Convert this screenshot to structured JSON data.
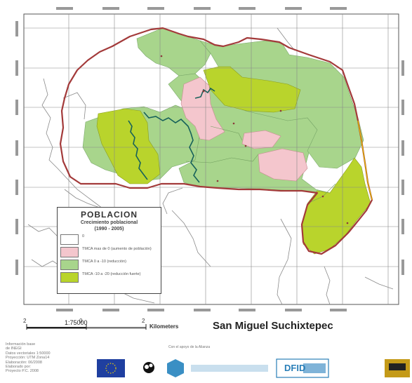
{
  "map": {
    "title": "San Miguel Suchixtepec",
    "colors": {
      "stable": "#ffffff",
      "growth": "#f4c6cd",
      "reduction": "#a8d58c",
      "strong_reduction": "#b9d42c",
      "boundary": "#a33a3a",
      "river": "#17615a",
      "grid": "#888888"
    },
    "legend": {
      "title": "POBLACION",
      "subtitle_line1": "Crecimiento poblacional",
      "subtitle_line2": "(1990 - 2005)",
      "items": [
        {
          "label": "0",
          "color": "#ffffff"
        },
        {
          "label": "TMCA mas de 0 (aumento de población)",
          "color": "#f4c6cd"
        },
        {
          "label": "TMCA 0 a -10 (reducción)",
          "color": "#a8d58c"
        },
        {
          "label": "TMCA -10 a -20 (reducción fuerte)",
          "color": "#b9d42c"
        }
      ]
    },
    "scale": {
      "label": "1:75000",
      "units": "Kilometers",
      "n0": "2",
      "n1": "0",
      "n2": "2"
    }
  },
  "footer": {
    "info_lines": [
      "Información base",
      "de INEGI",
      "Datos vectoriales 1:50000",
      "Proyección: UTM Zona14",
      "Elaboración: 06/2008",
      "Elaborado por:",
      "Proyecto P.C. 2008"
    ],
    "logos_heading": "Con el apoyo de la Alianza",
    "logos": [
      {
        "name": "eu-flag-icon"
      },
      {
        "name": "wwf-panda-icon"
      },
      {
        "name": "partner-logo-icon"
      },
      {
        "name": "dfid-logo-icon",
        "text": "DFID"
      },
      {
        "name": "institution-logo-icon"
      }
    ]
  }
}
